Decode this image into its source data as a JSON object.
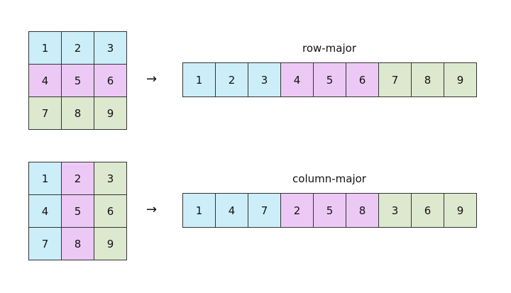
{
  "colors": {
    "blue": "#cceef9",
    "pink": "#ecc9f5",
    "green": "#dde9cf"
  },
  "arrow_glyph": "→",
  "row_major": {
    "title": "row-major",
    "matrix": [
      [
        {
          "v": "1",
          "c": "blue"
        },
        {
          "v": "2",
          "c": "blue"
        },
        {
          "v": "3",
          "c": "blue"
        }
      ],
      [
        {
          "v": "4",
          "c": "pink"
        },
        {
          "v": "5",
          "c": "pink"
        },
        {
          "v": "6",
          "c": "pink"
        }
      ],
      [
        {
          "v": "7",
          "c": "green"
        },
        {
          "v": "8",
          "c": "green"
        },
        {
          "v": "9",
          "c": "green"
        }
      ]
    ],
    "sequence": [
      {
        "v": "1",
        "c": "blue"
      },
      {
        "v": "2",
        "c": "blue"
      },
      {
        "v": "3",
        "c": "blue"
      },
      {
        "v": "4",
        "c": "pink"
      },
      {
        "v": "5",
        "c": "pink"
      },
      {
        "v": "6",
        "c": "pink"
      },
      {
        "v": "7",
        "c": "green"
      },
      {
        "v": "8",
        "c": "green"
      },
      {
        "v": "9",
        "c": "green"
      }
    ]
  },
  "column_major": {
    "title": "column-major",
    "matrix": [
      [
        {
          "v": "1",
          "c": "blue"
        },
        {
          "v": "2",
          "c": "pink"
        },
        {
          "v": "3",
          "c": "green"
        }
      ],
      [
        {
          "v": "4",
          "c": "blue"
        },
        {
          "v": "5",
          "c": "pink"
        },
        {
          "v": "6",
          "c": "green"
        }
      ],
      [
        {
          "v": "7",
          "c": "blue"
        },
        {
          "v": "8",
          "c": "pink"
        },
        {
          "v": "9",
          "c": "green"
        }
      ]
    ],
    "sequence": [
      {
        "v": "1",
        "c": "blue"
      },
      {
        "v": "4",
        "c": "blue"
      },
      {
        "v": "7",
        "c": "blue"
      },
      {
        "v": "2",
        "c": "pink"
      },
      {
        "v": "5",
        "c": "pink"
      },
      {
        "v": "8",
        "c": "pink"
      },
      {
        "v": "3",
        "c": "green"
      },
      {
        "v": "6",
        "c": "green"
      },
      {
        "v": "9",
        "c": "green"
      }
    ]
  }
}
